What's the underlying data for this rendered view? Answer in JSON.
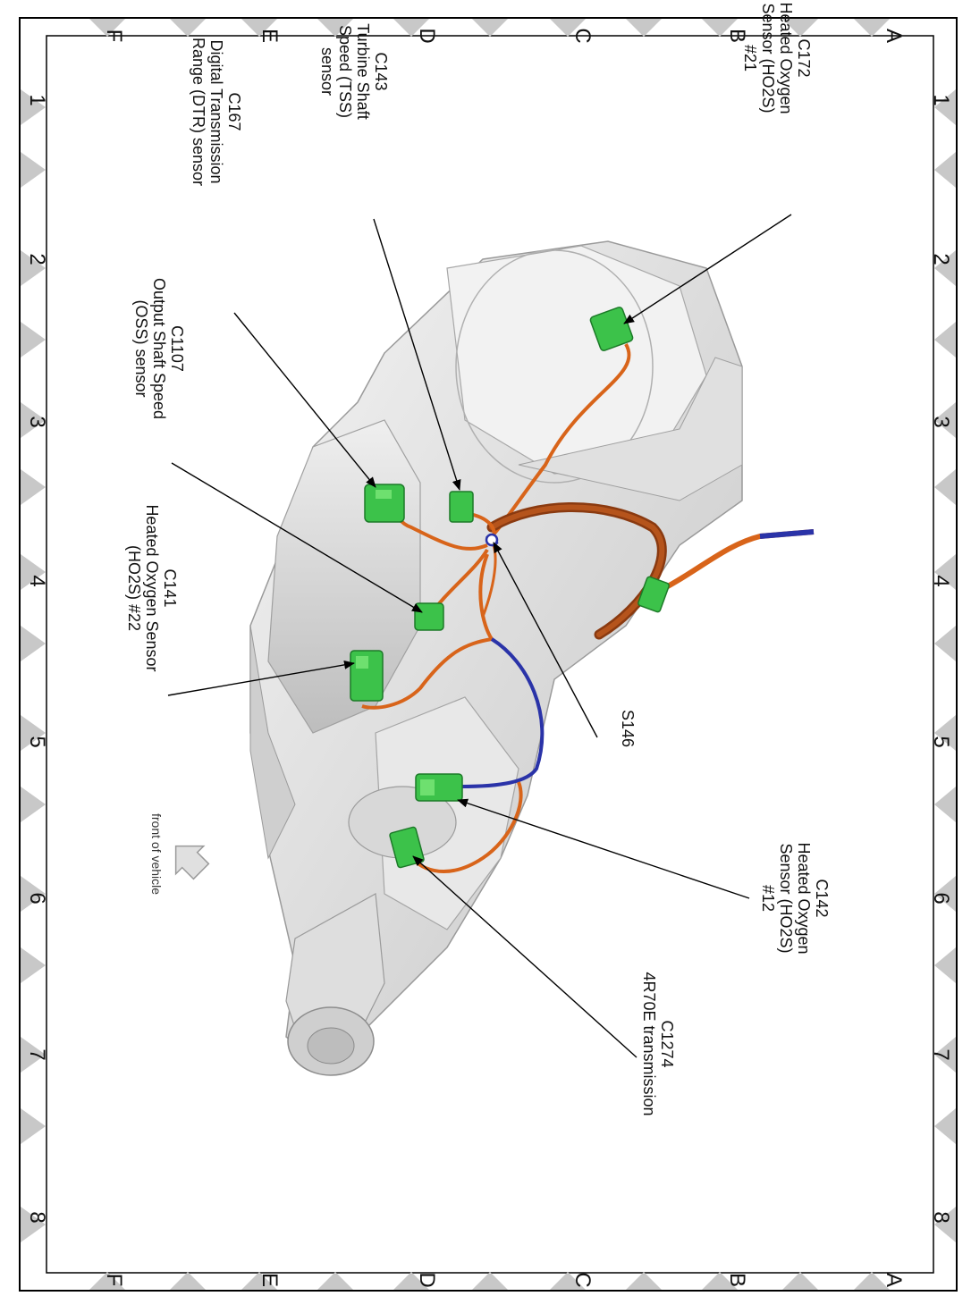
{
  "grid": {
    "rows": [
      "A",
      "B",
      "C",
      "D",
      "E",
      "F"
    ],
    "columns": [
      "1",
      "2",
      "3",
      "4",
      "5",
      "6",
      "7",
      "8"
    ]
  },
  "labels": {
    "c172": [
      "C172",
      "Heated Oxygen",
      "Sensor (HO2S)",
      "#21"
    ],
    "c143": [
      "C143",
      "Turbine Shaft",
      "Speed (TSS)",
      "sensor"
    ],
    "c167": [
      "C167",
      "Digital Transmission",
      "Range (DTR) sensor"
    ],
    "c1107": [
      "C1107",
      "Output Shaft Speed",
      "(OSS) sensor"
    ],
    "c141": [
      "C141",
      "Heated Oxygen Sensor",
      "(HO2S) #22"
    ],
    "s146": [
      "S146"
    ],
    "c142": [
      "C142",
      "Heated Oxygen",
      "Sensor (HO2S)",
      "#12"
    ],
    "c1274": [
      "C1274",
      "4R70E transmission"
    ]
  },
  "front_indicator": "front of vehicle",
  "colors": {
    "harness": "#d8641a",
    "harness_dark": "#8a3a10",
    "blue_wire": "#2a33a8",
    "connector": "#3cc24a",
    "housing": "#e6e6e6",
    "tile": "#c8c8c8"
  }
}
